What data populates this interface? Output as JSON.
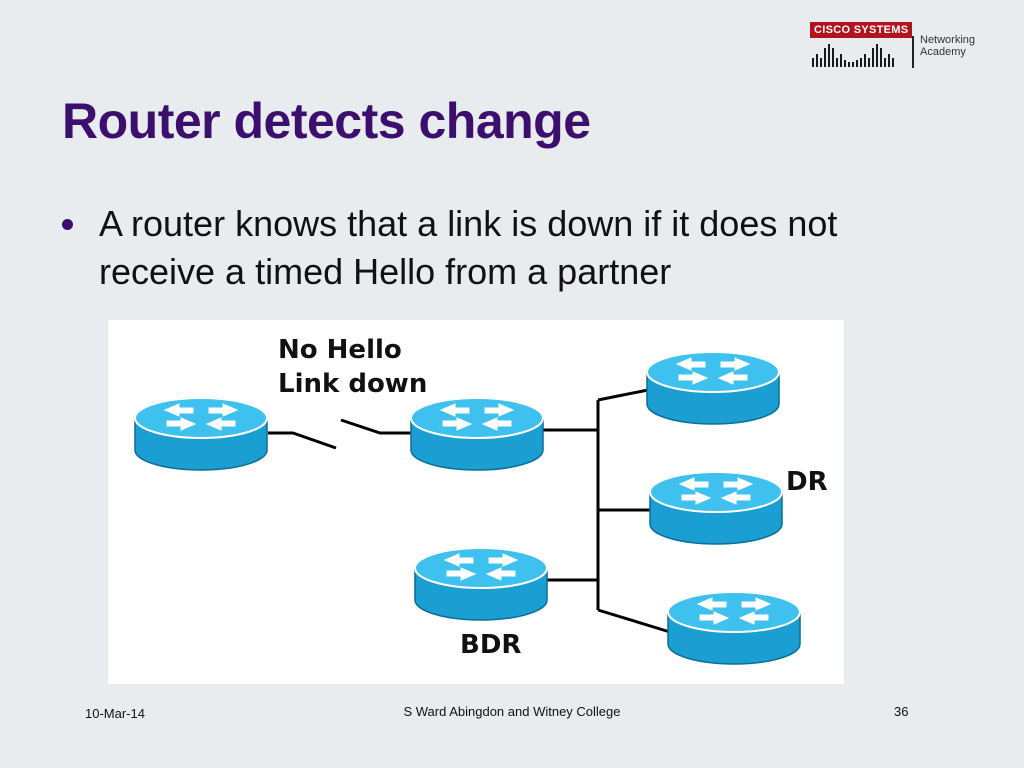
{
  "logo": {
    "brand": "Cisco Systems",
    "academy": "Networking Academy"
  },
  "slide": {
    "title": "Router detects change",
    "bullet": "A router knows that a link is down if it does not receive a timed Hello from a partner"
  },
  "diagram": {
    "label_hello": "No Hello",
    "label_link": "Link down",
    "label_dr": "DR",
    "label_bdr": "BDR",
    "colors": {
      "router": "#1b9fd2",
      "router_top": "#3ec1ee",
      "router_edge": "#0a6f99",
      "link": "#000000"
    }
  },
  "footer": {
    "date": "10-Mar-14",
    "center": "S Ward  Abingdon and Witney College",
    "page": "36"
  }
}
